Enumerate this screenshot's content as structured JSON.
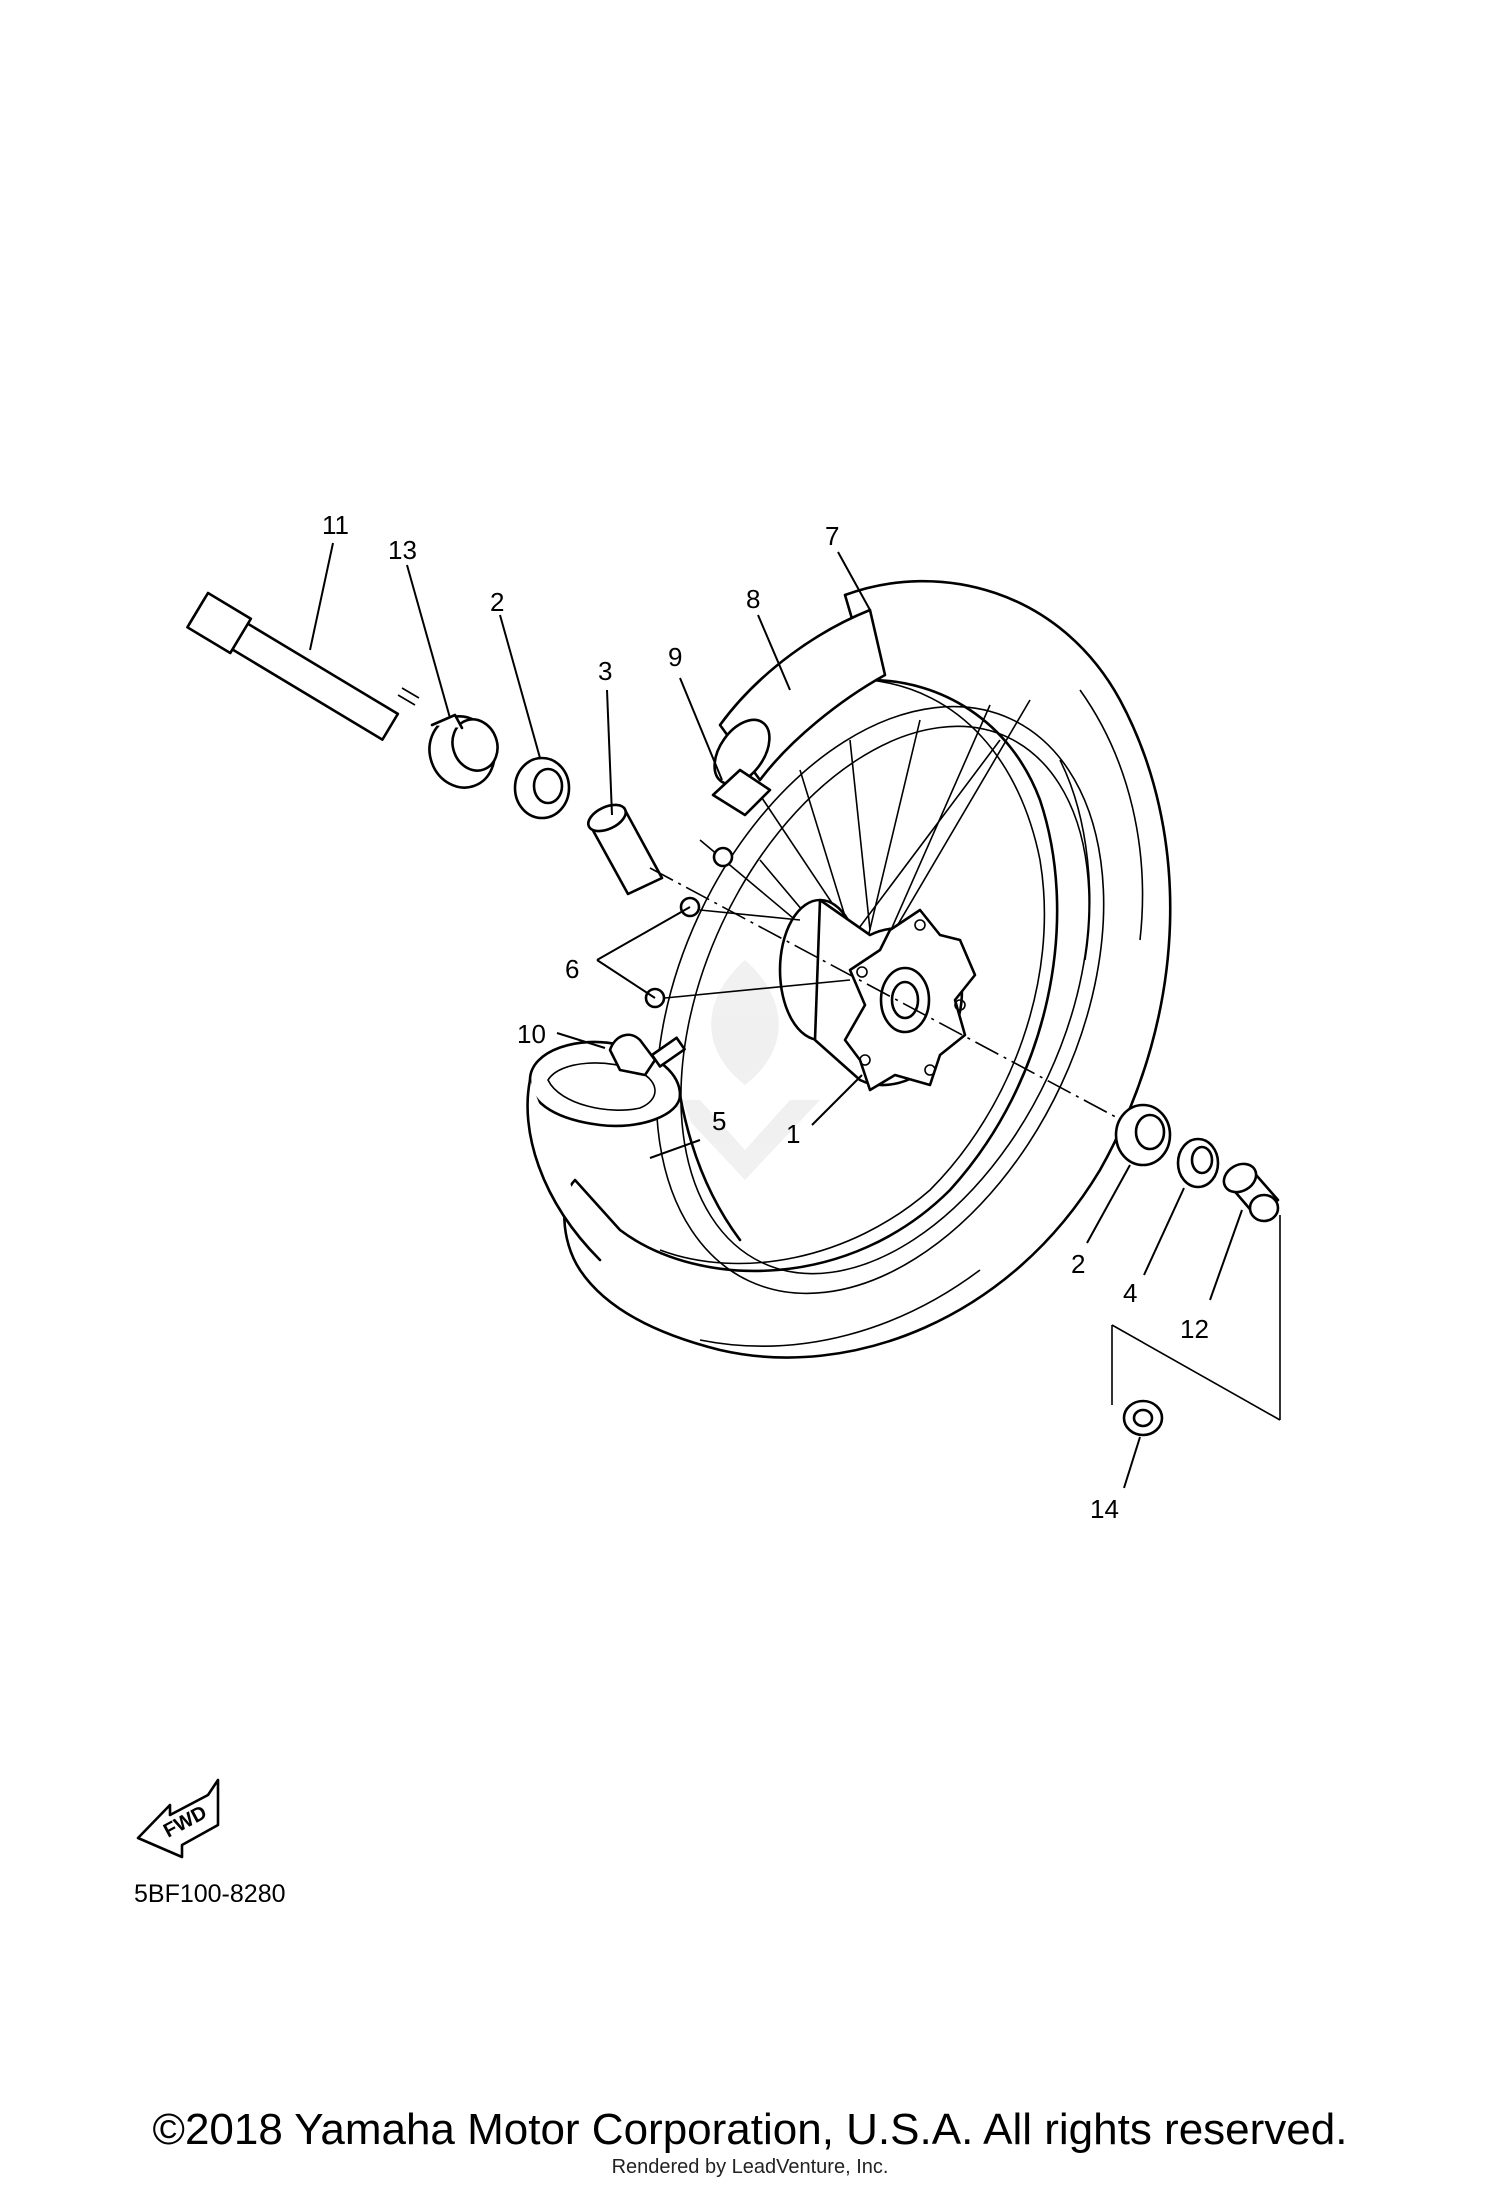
{
  "diagram": {
    "callouts": [
      {
        "id": "11",
        "label": "11"
      },
      {
        "id": "13",
        "label": "13"
      },
      {
        "id": "2a",
        "label": "2"
      },
      {
        "id": "3",
        "label": "3"
      },
      {
        "id": "9",
        "label": "9"
      },
      {
        "id": "8",
        "label": "8"
      },
      {
        "id": "7",
        "label": "7"
      },
      {
        "id": "6",
        "label": "6"
      },
      {
        "id": "10",
        "label": "10"
      },
      {
        "id": "5",
        "label": "5"
      },
      {
        "id": "1",
        "label": "1"
      },
      {
        "id": "2b",
        "label": "2"
      },
      {
        "id": "4",
        "label": "4"
      },
      {
        "id": "12",
        "label": "12"
      },
      {
        "id": "14",
        "label": "14"
      }
    ],
    "fwd_label": "FWD",
    "diagram_code": "5BF100-8280",
    "watermark": "LEADVENTURE"
  },
  "footer": {
    "copyright": "©2018 Yamaha Motor Corporation, U.S.A. All rights reserved.",
    "rendered_by": "Rendered by LeadVenture, Inc."
  }
}
